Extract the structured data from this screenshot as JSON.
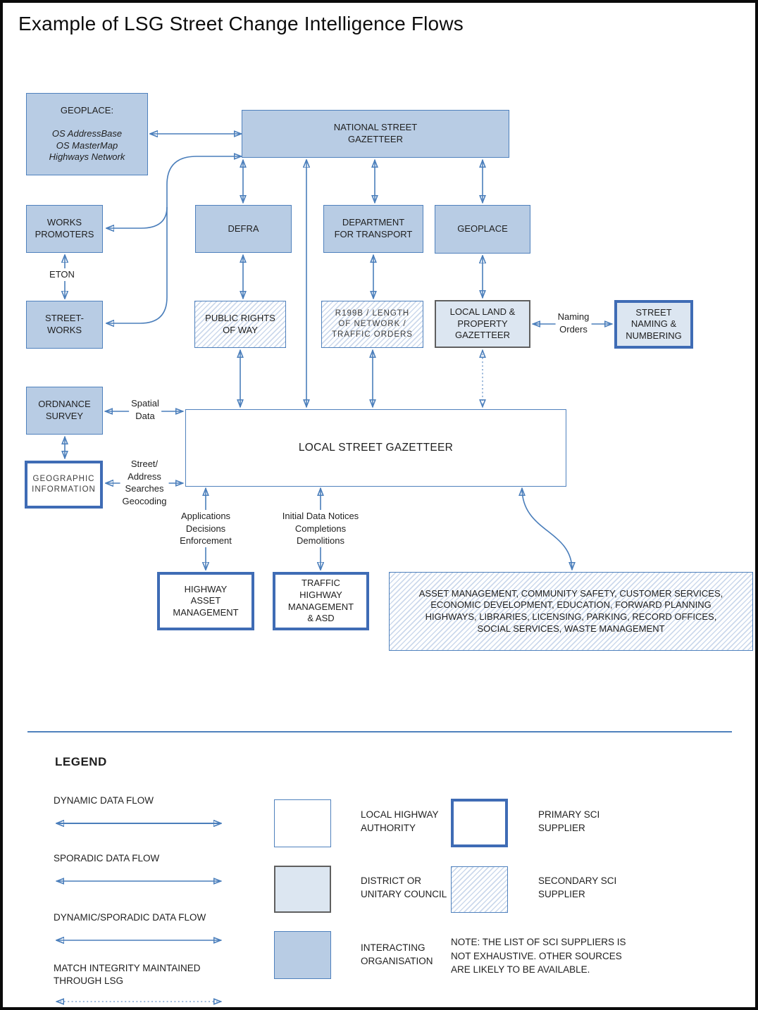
{
  "title": "Example of LSG Street Change Intelligence Flows",
  "nodes": {
    "geoplace_hub": {
      "title": "GEOPLACE:",
      "sub": "OS AddressBase\nOS MasterMap\nHighways Network"
    },
    "nsg": {
      "label": "NATIONAL STREET\nGAZETTEER"
    },
    "works_promoters": {
      "label": "WORKS\nPROMOTERS"
    },
    "defra": {
      "label": "DEFRA"
    },
    "dft": {
      "label": "DEPARTMENT\nFOR TRANSPORT"
    },
    "geoplace": {
      "label": "GEOPLACE"
    },
    "street_works": {
      "label": "STREET-\nWORKS"
    },
    "prow": {
      "label": "PUBLIC RIGHTS\nOF WAY"
    },
    "r199b": {
      "label": "R199B / LENGTH\nOF NETWORK /\nTRAFFIC ORDERS"
    },
    "llpg": {
      "label": "LOCAL LAND &\nPROPERTY\nGAZETTEER"
    },
    "snn": {
      "label": "STREET\nNAMING &\nNUMBERING"
    },
    "ordnance_survey": {
      "label": "ORDNANCE\nSURVEY"
    },
    "geographic_information": {
      "label": "GEOGRAPHIC\nINFORMATION"
    },
    "lsg": {
      "label": "LOCAL STREET GAZETTEER"
    },
    "highway_asset_management": {
      "label": "HIGHWAY\nASSET\nMANAGEMENT"
    },
    "traffic_highway_management": {
      "label": "TRAFFIC\nHIGHWAY\nMANAGEMENT\n& ASD"
    },
    "services": {
      "label": "ASSET MANAGEMENT, COMMUNITY SAFETY, CUSTOMER SERVICES,\nECONOMIC DEVELOPMENT, EDUCATION, FORWARD PLANNING\nHIGHWAYS, LIBRARIES, LICENSING, PARKING, RECORD OFFICES,\nSOCIAL SERVICES, WASTE MANAGEMENT"
    }
  },
  "edge_labels": {
    "eton": "ETON",
    "naming_orders": "Naming\nOrders",
    "spatial_data": "Spatial\nData",
    "street_address": "Street/\nAddress\nSearches\nGeocoding",
    "applications": "Applications\nDecisions\nEnforcement",
    "initial_data": "Initial Data Notices\nCompletions\nDemolitions"
  },
  "legend": {
    "heading": "LEGEND",
    "flows": {
      "dynamic": "DYNAMIC DATA FLOW",
      "sporadic": "SPORADIC DATA FLOW",
      "dynamic_sporadic": "DYNAMIC/SPORADIC DATA FLOW",
      "match_integrity": "MATCH INTEGRITY MAINTAINED\nTHROUGH LSG"
    },
    "swatches": {
      "local_highway_authority": "LOCAL HIGHWAY\nAUTHORITY",
      "district_unitary": "DISTRICT OR\nUNITARY COUNCIL",
      "interacting_organisation": "INTERACTING\nORGANISATION",
      "primary_sci": "PRIMARY SCI\nSUPPLIER",
      "secondary_sci": "SECONDARY SCI\nSUPPLIER"
    },
    "note": "NOTE: THE LIST OF SCI SUPPLIERS IS\nNOT EXHAUSTIVE.  OTHER SOURCES\nARE LIKELY TO BE AVAILABLE."
  },
  "colors": {
    "org-fill": "#b8cce4",
    "org-border": "#4f81bd",
    "district-fill": "#dce6f1",
    "district-border": "#5f5f5f",
    "primary-border": "#3f6cb5",
    "line": "#4a7ebb",
    "hatch-stripe": "#ccd9ec",
    "text": "#1f1f1f"
  }
}
